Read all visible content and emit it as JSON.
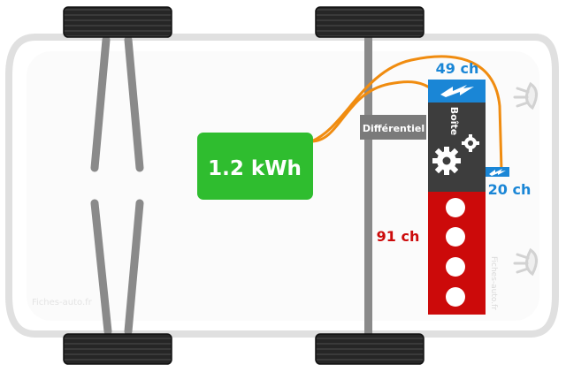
{
  "diagram": {
    "battery_label": "1.2 kWh",
    "differential_label": "Différentiel",
    "gearbox_label": "Boîte",
    "engine_power": "91 ch",
    "motor1_power": "49 ch",
    "motor2_power": "20 ch",
    "watermark_left": "Fiches-auto.fr",
    "watermark_right": "Fiches-auto.fr"
  },
  "colors": {
    "battery": "#2fbd2f",
    "engine": "#cc0a0a",
    "gearbox": "#3d3d3d",
    "motor": "#1a86d6",
    "cable": "#f08c10",
    "differential": "#777777",
    "body_outline": "#e2e2e2",
    "tire": "#222222"
  },
  "icons": {
    "motor1": "lightning-bolt-icon",
    "motor2": "lightning-bolt-icon",
    "gearbox": "gears-icon",
    "headlights": "headlight-icon"
  }
}
